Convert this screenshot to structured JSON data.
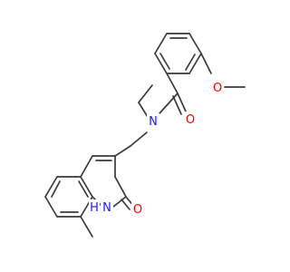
{
  "structure": {
    "colors": {
      "bond": "#3a3a3a",
      "oxygen": "#ff0000",
      "nitrogen": "#1a1aff",
      "background": "#ffffff"
    },
    "atoms": {
      "ether_o": "O",
      "amide_o": "O",
      "amide_n": "N",
      "lactam_o": "O",
      "ring_nh": "N",
      "ring_h": "H"
    }
  }
}
